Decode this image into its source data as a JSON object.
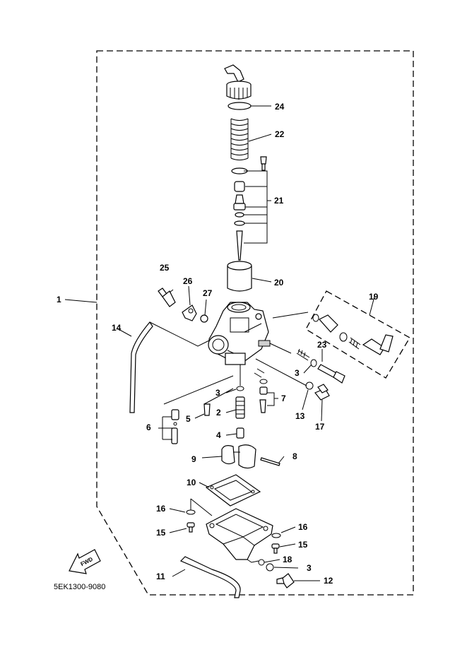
{
  "diagram": {
    "catalog_code": "5EK1300-9080",
    "fwd_label": "FWD",
    "callouts": {
      "n1": "1",
      "n2": "2",
      "n3a": "3",
      "n3b": "3",
      "n3c": "3",
      "n4": "4",
      "n5": "5",
      "n6": "6",
      "n7": "7",
      "n8": "8",
      "n9": "9",
      "n10": "10",
      "n11": "11",
      "n12": "12",
      "n13": "13",
      "n14": "14",
      "n15a": "15",
      "n15b": "15",
      "n16a": "16",
      "n16b": "16",
      "n17": "17",
      "n18": "18",
      "n19": "19",
      "n20": "20",
      "n21": "21",
      "n22": "22",
      "n23": "23",
      "n24": "24",
      "n25": "25",
      "n26": "26",
      "n27": "27"
    }
  }
}
